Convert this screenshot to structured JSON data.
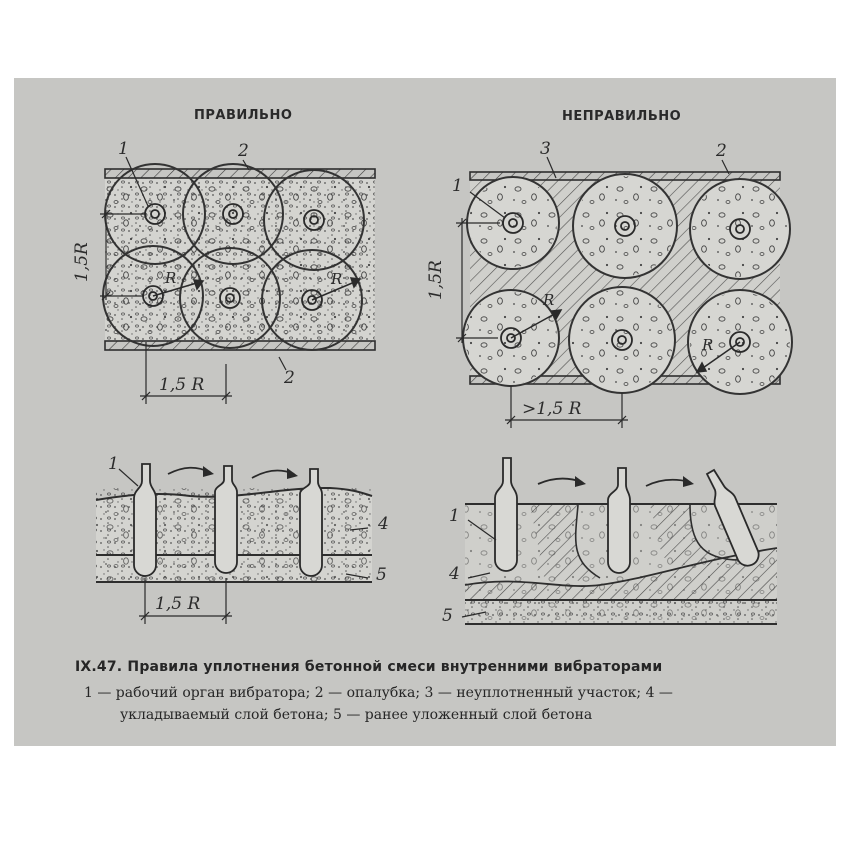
{
  "headings": {
    "correct": "ПРАВИЛЬНО",
    "incorrect": "НЕПРАВИЛЬНО"
  },
  "labels": {
    "n1": "1",
    "n2": "2",
    "n3": "3",
    "n4": "4",
    "n5": "5",
    "dim": "1,5R",
    "dim_spaced": "1,5 R",
    "dim_gt": ">1,5 R",
    "radius": "R"
  },
  "caption": {
    "title": "IX.47. Правила уплотнения бетонной смеси внутренними вибраторами",
    "line1": "1 — рабочий орган вибратора; 2 — опалубка; 3 — неуплотненный участок; 4 —",
    "line2": "укладываемый слой бетона; 5 — ранее уложенный слой бетона"
  },
  "colors": {
    "paper": "#c6c6c3",
    "ink": "#2e2e2e",
    "concrete": "#d6d6d2"
  }
}
